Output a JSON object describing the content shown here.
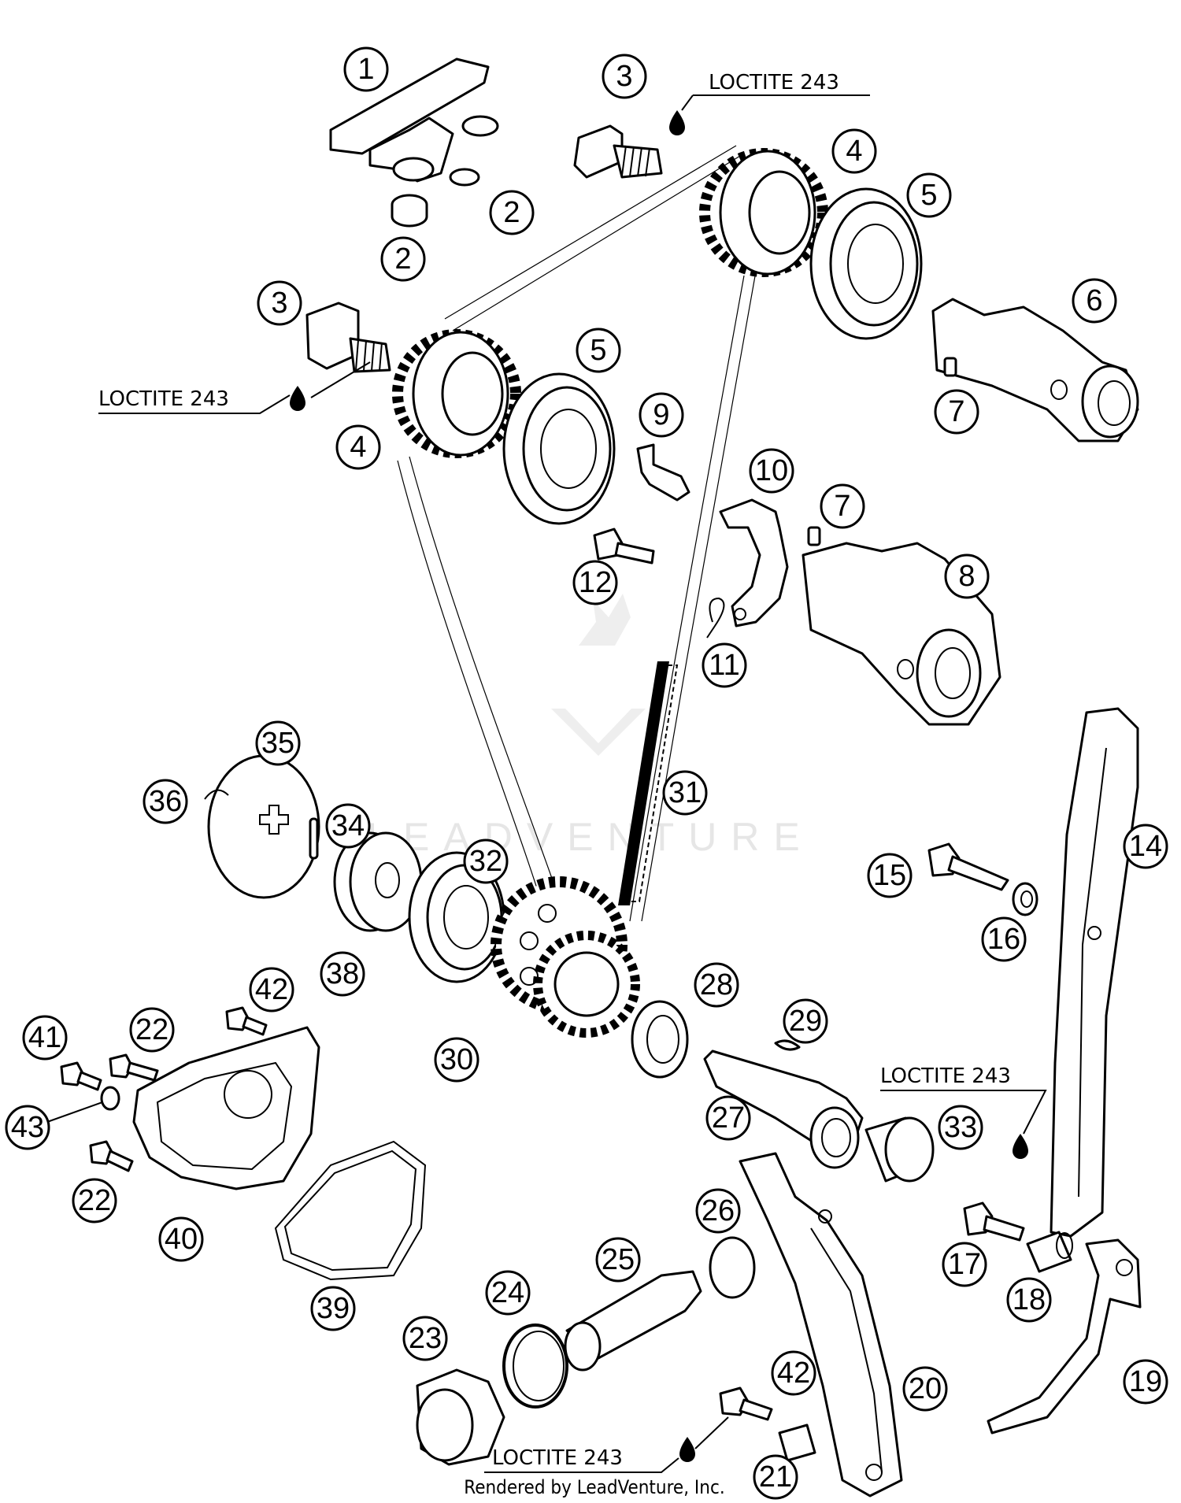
{
  "diagram": {
    "callouts": [
      {
        "n": "1"
      },
      {
        "n": "2"
      },
      {
        "n": "2"
      },
      {
        "n": "3"
      },
      {
        "n": "3"
      },
      {
        "n": "4"
      },
      {
        "n": "4"
      },
      {
        "n": "5"
      },
      {
        "n": "5"
      },
      {
        "n": "6"
      },
      {
        "n": "7"
      },
      {
        "n": "7"
      },
      {
        "n": "8"
      },
      {
        "n": "9"
      },
      {
        "n": "10"
      },
      {
        "n": "11"
      },
      {
        "n": "12"
      },
      {
        "n": "14"
      },
      {
        "n": "15"
      },
      {
        "n": "16"
      },
      {
        "n": "17"
      },
      {
        "n": "18"
      },
      {
        "n": "19"
      },
      {
        "n": "20"
      },
      {
        "n": "21"
      },
      {
        "n": "22"
      },
      {
        "n": "22"
      },
      {
        "n": "23"
      },
      {
        "n": "24"
      },
      {
        "n": "25"
      },
      {
        "n": "26"
      },
      {
        "n": "27"
      },
      {
        "n": "28"
      },
      {
        "n": "29"
      },
      {
        "n": "30"
      },
      {
        "n": "31"
      },
      {
        "n": "32"
      },
      {
        "n": "33"
      },
      {
        "n": "34"
      },
      {
        "n": "35"
      },
      {
        "n": "36"
      },
      {
        "n": "38"
      },
      {
        "n": "39"
      },
      {
        "n": "40"
      },
      {
        "n": "41"
      },
      {
        "n": "42"
      },
      {
        "n": "42"
      },
      {
        "n": "43"
      }
    ],
    "notes": [
      {
        "text": "LOCTITE 243"
      },
      {
        "text": "LOCTITE 243"
      },
      {
        "text": "LOCTITE 243"
      },
      {
        "text": "LOCTITE 243"
      }
    ],
    "watermark": "LEADVENTURE",
    "footer": "Rendered by LeadVenture, Inc."
  }
}
